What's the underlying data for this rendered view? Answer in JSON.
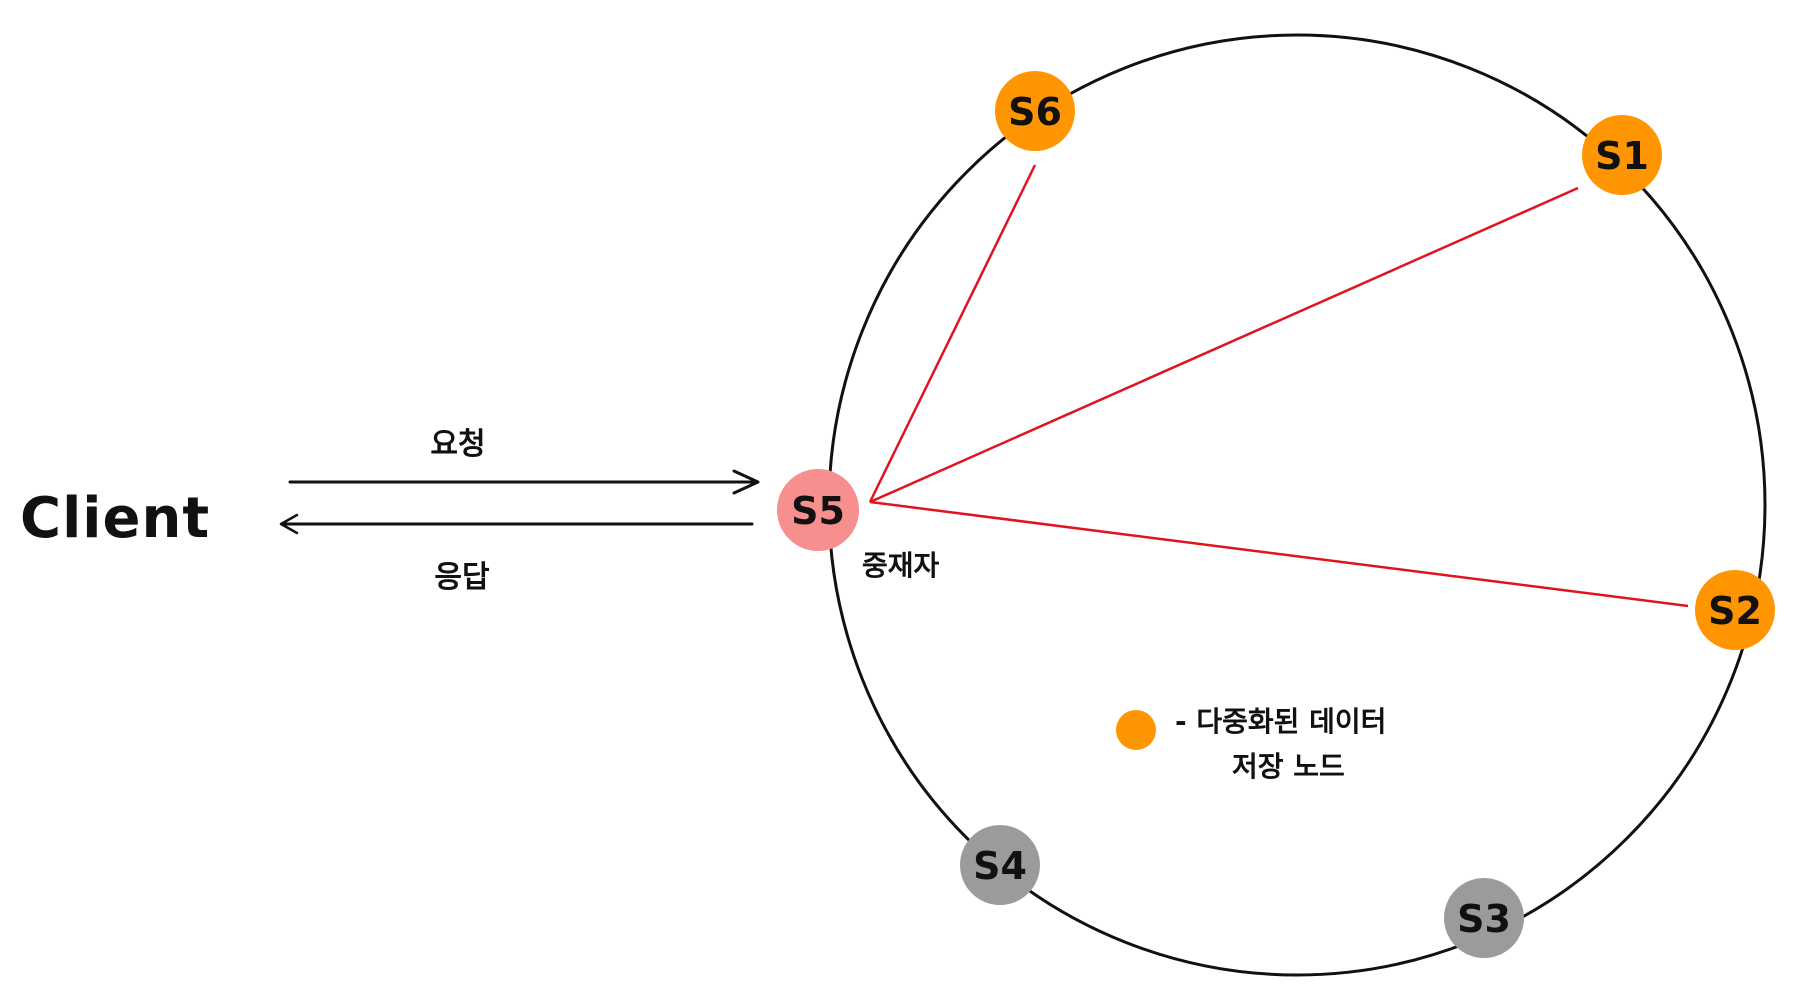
{
  "client": {
    "label": "Client"
  },
  "request": {
    "label": "요청"
  },
  "response": {
    "label": "응답"
  },
  "coordinator": {
    "label": "중재자"
  },
  "nodes": [
    {
      "id": "s1",
      "label": "S1",
      "color": "#ff9500"
    },
    {
      "id": "s2",
      "label": "S2",
      "color": "#ff9500"
    },
    {
      "id": "s3",
      "label": "S3",
      "color": "#9b9b9b"
    },
    {
      "id": "s4",
      "label": "S4",
      "color": "#9b9b9b"
    },
    {
      "id": "s5",
      "label": "S5",
      "color": "#f78f8f"
    },
    {
      "id": "s6",
      "label": "S6",
      "color": "#ff9500"
    }
  ],
  "legend": {
    "line1": "- 다중화된 데이터",
    "line2": "저장 노드",
    "dot_color": "#ff9500"
  },
  "colors": {
    "ring": "#111111",
    "replication_line": "#e0141e",
    "arrow": "#111111"
  }
}
